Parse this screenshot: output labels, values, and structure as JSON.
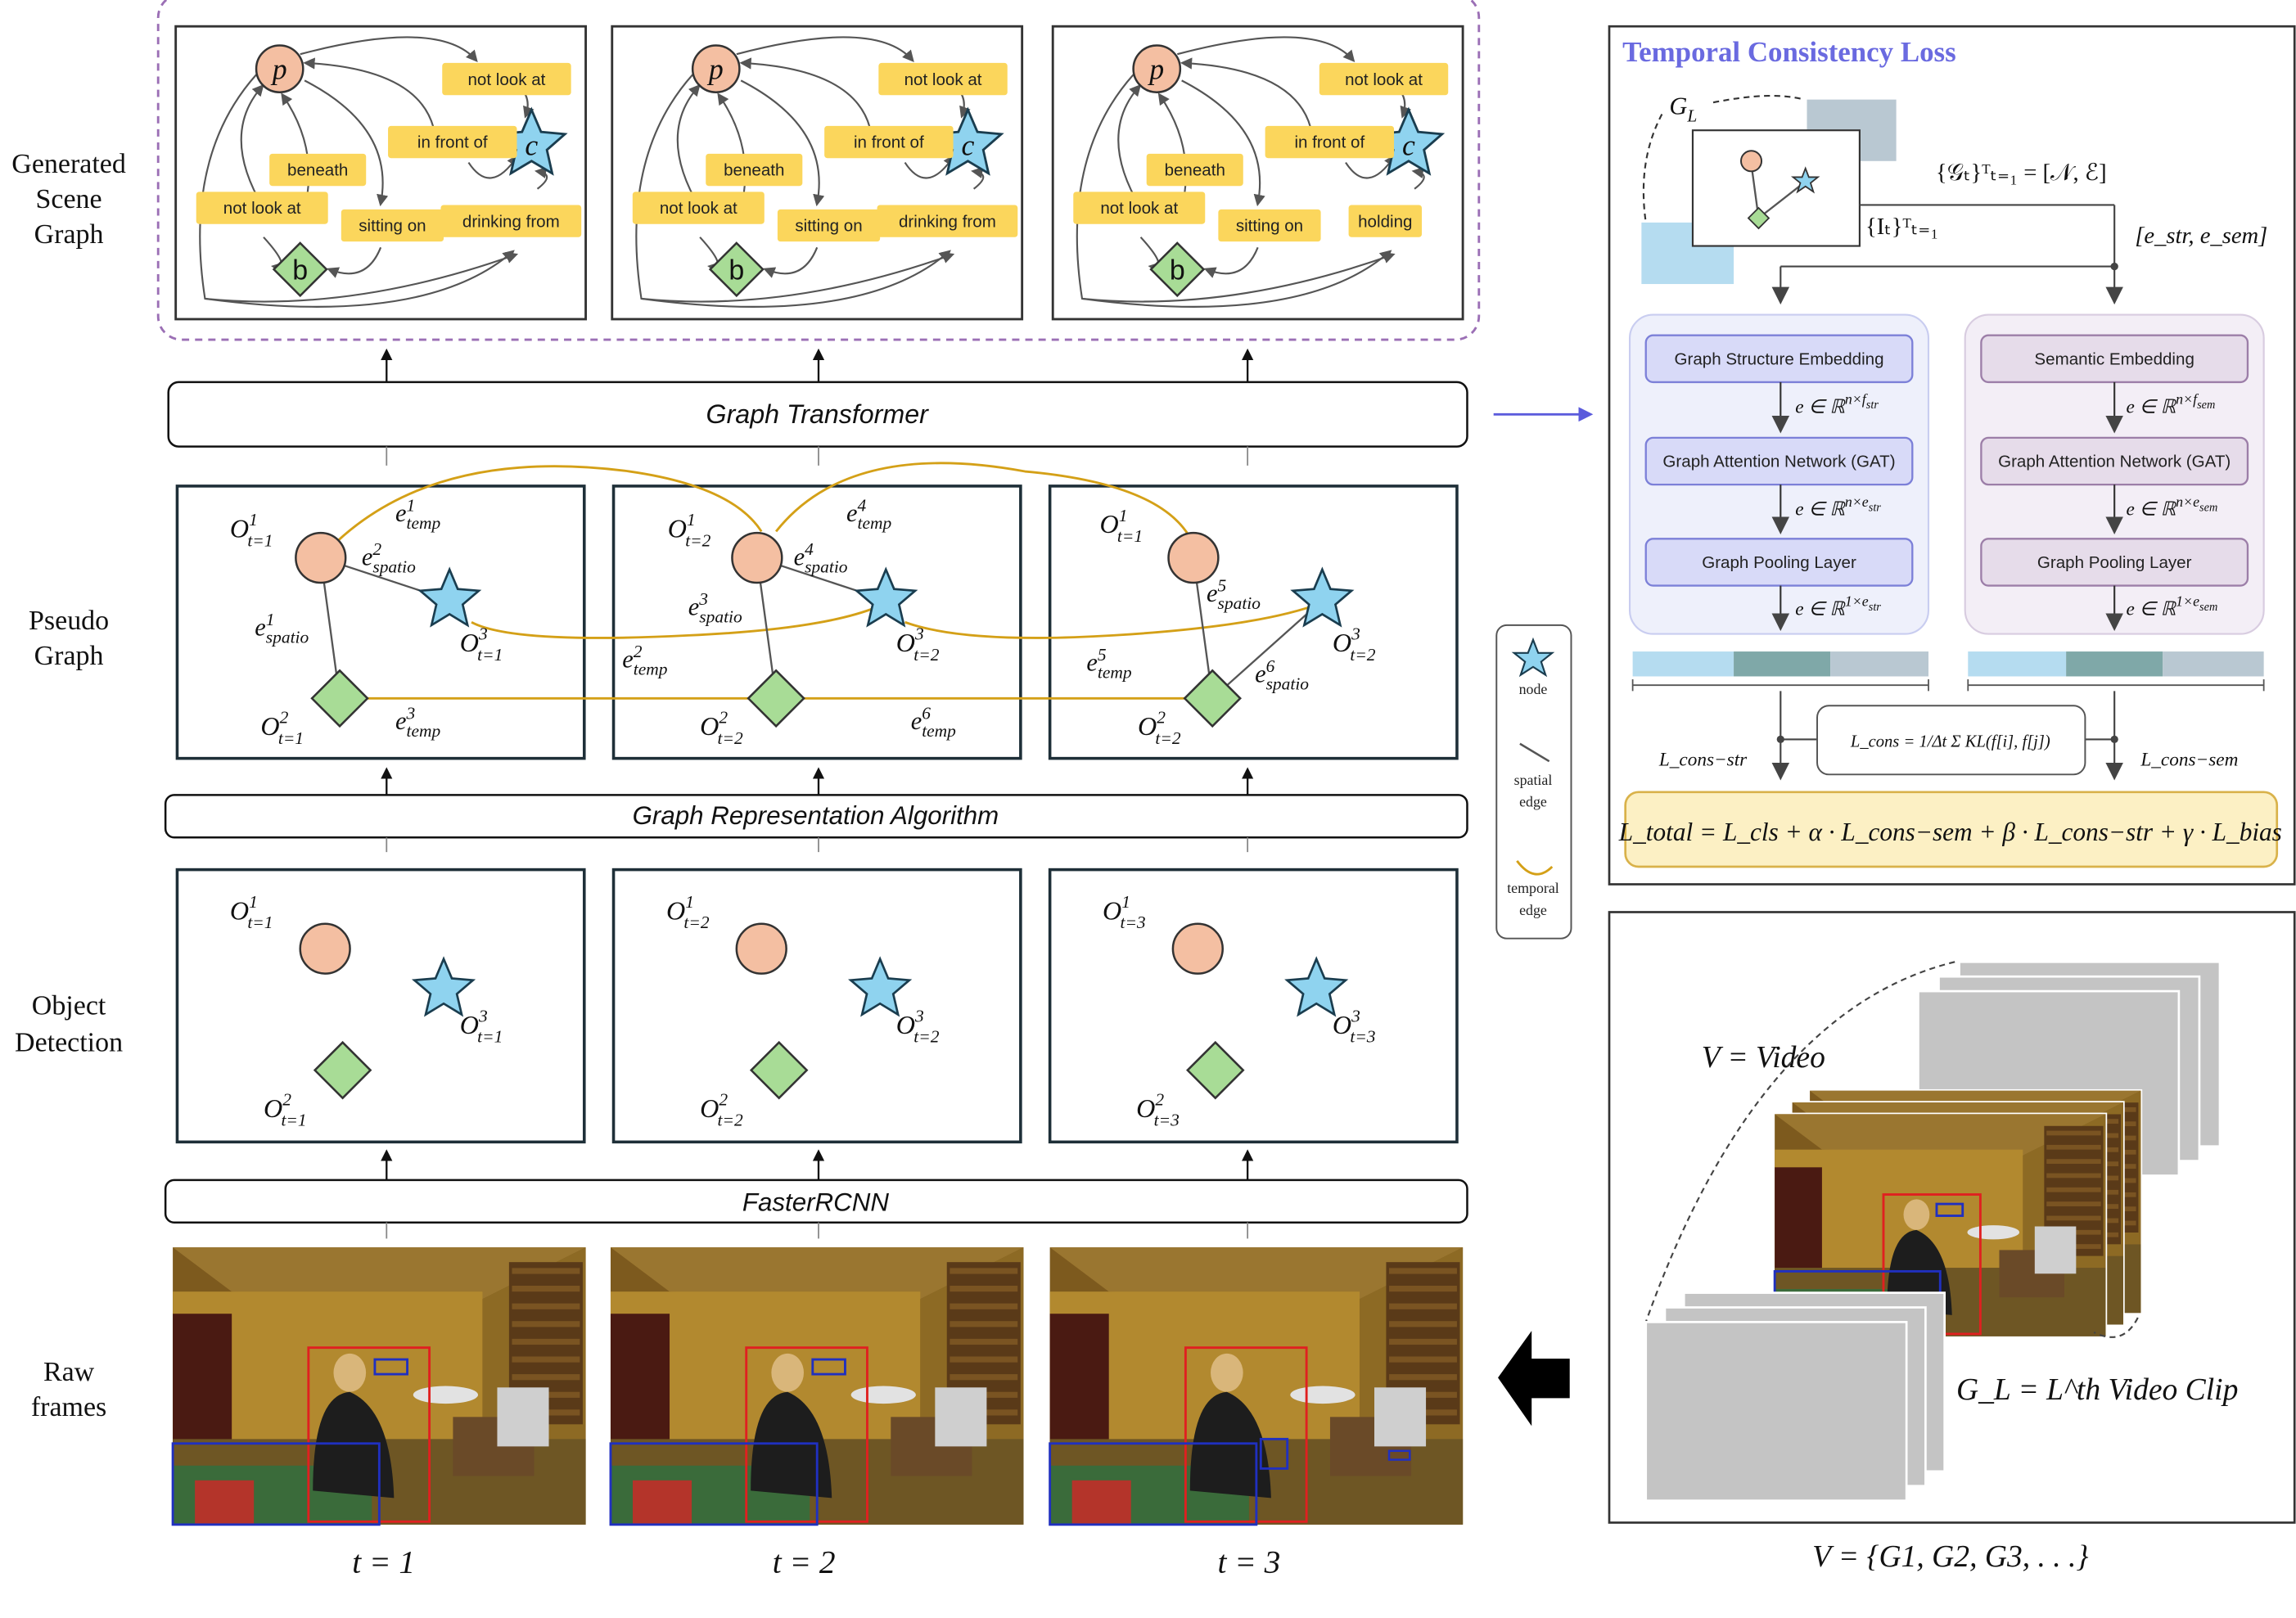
{
  "row_labels": {
    "generated": [
      "Generated",
      "Scene",
      "Graph"
    ],
    "pseudo": [
      "Pseudo",
      "Graph"
    ],
    "detection": [
      "Object",
      "Detection"
    ],
    "raw": [
      "Raw",
      "frames"
    ]
  },
  "bars": {
    "graph_transformer": "Graph Transformer",
    "graph_representation": "Graph Representation Algorithm",
    "faster_rcnn": "FasterRCNN"
  },
  "time_labels": [
    "t = 1",
    "t = 2",
    "t = 3"
  ],
  "scene_graph": {
    "node_p": "p",
    "node_b": "b",
    "node_c": "c",
    "frame_relations": [
      [
        "not look at",
        "in front of",
        "beneath",
        "not look at",
        "sitting on",
        "drinking from"
      ],
      [
        "not look at",
        "in front of",
        "beneath",
        "not look at",
        "sitting on",
        "drinking from"
      ],
      [
        "not look at",
        "in front of",
        "beneath",
        "not look at",
        "sitting on",
        "holding"
      ]
    ]
  },
  "legend": {
    "node": "node",
    "spatial": [
      "spatial",
      "edge"
    ],
    "temporal": [
      "temporal",
      "edge"
    ]
  },
  "loss_panel": {
    "title": "Temporal Consistency Loss",
    "gl": "G",
    "gl_sub": "L",
    "graph_set": "{𝒢ₜ}ᵀₜ₌₁ = [𝒩, ℰ]",
    "image_set": "{Iₜ}ᵀₜ₌₁",
    "embedding_pair": "[e_str, e_sem]",
    "left_branch": [
      "Graph Structure Embedding",
      "Graph Attention Network (GAT)",
      "Graph Pooling Layer"
    ],
    "right_branch": [
      "Semantic Embedding",
      "Graph Attention Network (GAT)",
      "Graph Pooling Layer"
    ],
    "cons_formula": "L_cons = 1/Δt Σ KL(f[i], f[j])",
    "left_loss": "L_cons−str",
    "right_loss": "L_cons−sem",
    "total": "L_total = L_cls + α · L_cons−sem + β · L_cons−str + γ · L_bias"
  },
  "video_panel": {
    "video_label": "V = Video",
    "clip_label": "G_L = L^th Video Clip",
    "set_label": "V = {G1, G2, G3, . . .}"
  },
  "colors": {
    "person": "#f4bfa2",
    "object_b": "#a8dc96",
    "object_c": "#8fd3ef",
    "relation": "#fbd65c",
    "temporal_edge": "#d4a017",
    "loss_title": "#6a6ae0",
    "left_branch": "#d8daf8",
    "right_branch": "#e6dcea",
    "total_box": "#fcf0c4"
  }
}
